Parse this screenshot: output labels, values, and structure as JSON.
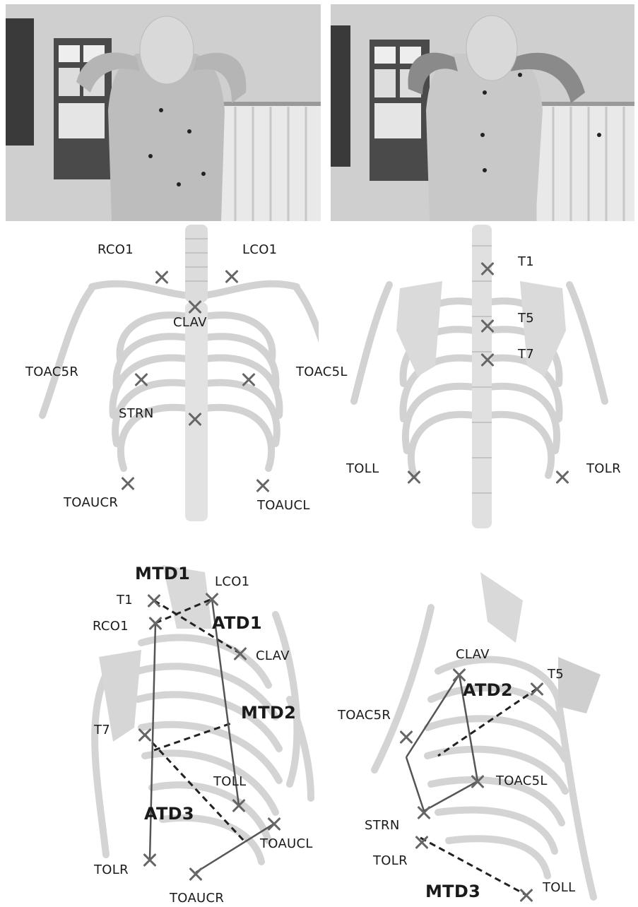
{
  "photos": {
    "front_alt": "front photo",
    "back_alt": "back photo"
  },
  "front_diagram": {
    "labels": {
      "rco1": "RCO1",
      "lco1": "LCO1",
      "clav": "CLAV",
      "toac5r": "TOAC5R",
      "toac5l": "TOAC5L",
      "strn": "STRN",
      "toaucr": "TOAUCR",
      "toaucl": "TOAUCL"
    }
  },
  "back_diagram": {
    "labels": {
      "t1": "T1",
      "t5": "T5",
      "t7": "T7",
      "toll": "TOLL",
      "tolr": "TOLR"
    }
  },
  "oblique_left": {
    "labels": {
      "mtd1": "MTD1",
      "lco1": "LCO1",
      "t1": "T1",
      "rco1": "RCO1",
      "atd1": "ATD1",
      "clav": "CLAV",
      "mtd2": "MTD2",
      "t7": "T7",
      "toll": "TOLL",
      "atd3": "ATD3",
      "toaucl": "TOAUCL",
      "tolr": "TOLR",
      "toaucr": "TOAUCR"
    }
  },
  "oblique_right": {
    "labels": {
      "clav": "CLAV",
      "t5": "T5",
      "atd2": "ATD2",
      "toac5r": "TOAC5R",
      "toac5l": "TOAC5L",
      "strn": "STRN",
      "tolr": "TOLR",
      "mtd3": "MTD3",
      "toll": "TOLL"
    }
  }
}
